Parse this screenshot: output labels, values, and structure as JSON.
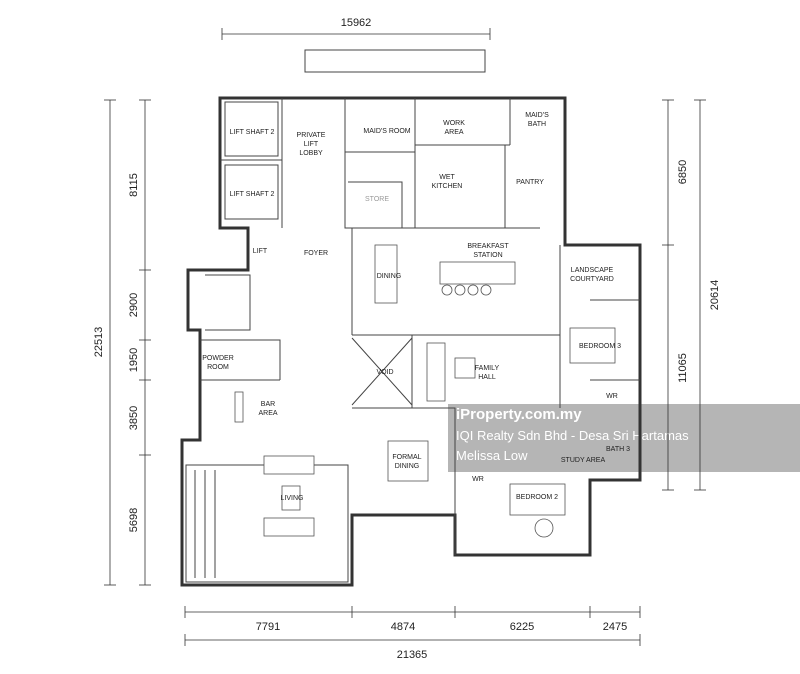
{
  "dimensions": {
    "top": "15962",
    "bottom": [
      "7791",
      "4874",
      "6225",
      "2475"
    ],
    "bottom_total": "21365",
    "left_total": "22513",
    "left": [
      "8115",
      "2900",
      "1950",
      "3850",
      "5698"
    ],
    "right": [
      "6850",
      "11065"
    ],
    "right_total": "20614"
  },
  "rooms": {
    "lift_shaft_a": "LIFT SHAFT 2",
    "lift_shaft_b": "LIFT SHAFT 2",
    "private_lift_lobby": [
      "PRIVATE",
      "LIFT",
      "LOBBY"
    ],
    "maids_room": "MAID'S ROOM",
    "store": "STORE",
    "work_area": [
      "WORK",
      "AREA"
    ],
    "maids_bath": [
      "MAID'S",
      "BATH"
    ],
    "wet_kitchen": [
      "WET",
      "KITCHEN"
    ],
    "pantry": "PANTRY",
    "lift": "LIFT",
    "foyer": "FOYER",
    "dining": "DINING",
    "breakfast_station": [
      "BREAKFAST",
      "STATION"
    ],
    "landscape_courtyard": [
      "LANDSCAPE",
      "COURTYARD"
    ],
    "bedroom_3": "BEDROOM 3",
    "powder_room": [
      "POWDER",
      "ROOM"
    ],
    "void": "VOID",
    "family_hall": [
      "FAMILY",
      "HALL"
    ],
    "bar_area": [
      "BAR",
      "AREA"
    ],
    "formal_dining": [
      "FORMAL",
      "DINING"
    ],
    "wr_bed3": "WR",
    "wr_bed2": "WR",
    "study_area": "STUDY AREA",
    "bath_3": "BATH 3",
    "bedroom_2": "BEDROOM 2",
    "living": "LIVING"
  },
  "watermark": {
    "site": "iProperty.com.my",
    "agency": "IQI Realty Sdn Bhd - Desa Sri Hartamas",
    "agent": "Melissa Low"
  }
}
